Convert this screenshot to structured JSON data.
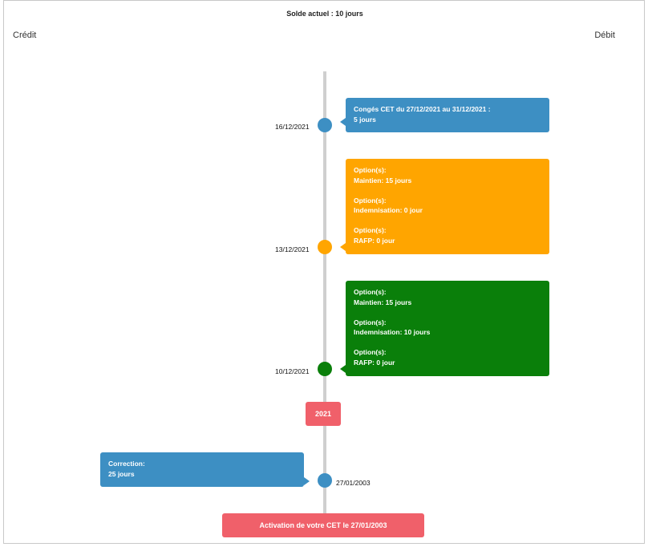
{
  "header": {
    "balance": "Solde actuel : 10 jours",
    "credit_label": "Crédit",
    "debit_label": "Débit"
  },
  "colors": {
    "blue": "#3d8fc3",
    "orange": "#ffa500",
    "green": "#0a7f0a",
    "red": "#f0606a",
    "axis": "#cfcfcf"
  },
  "timeline": {
    "events": [
      {
        "date": "16/12/2021",
        "side": "debit",
        "color": "blue",
        "line1": "Congés CET du 27/12/2021 au 31/12/2021 :",
        "line2": "5 jours"
      },
      {
        "date": "13/12/2021",
        "side": "debit",
        "color": "orange",
        "options": [
          {
            "label": "Option(s):",
            "value": "Maintien: 15 jours"
          },
          {
            "label": "Option(s):",
            "value": "Indemnisation: 0 jour"
          },
          {
            "label": "Option(s):",
            "value": "RAFP: 0 jour"
          }
        ]
      },
      {
        "date": "10/12/2021",
        "side": "debit",
        "color": "green",
        "options": [
          {
            "label": "Option(s):",
            "value": "Maintien: 15 jours"
          },
          {
            "label": "Option(s):",
            "value": "Indemnisation: 10 jours"
          },
          {
            "label": "Option(s):",
            "value": "RAFP: 0 jour"
          }
        ]
      },
      {
        "date": "27/01/2003",
        "side": "credit",
        "color": "blue",
        "line1": "Correction:",
        "line2": "25 jours"
      }
    ],
    "year_marker": "2021",
    "activation": "Activation de votre CET le 27/01/2003"
  }
}
